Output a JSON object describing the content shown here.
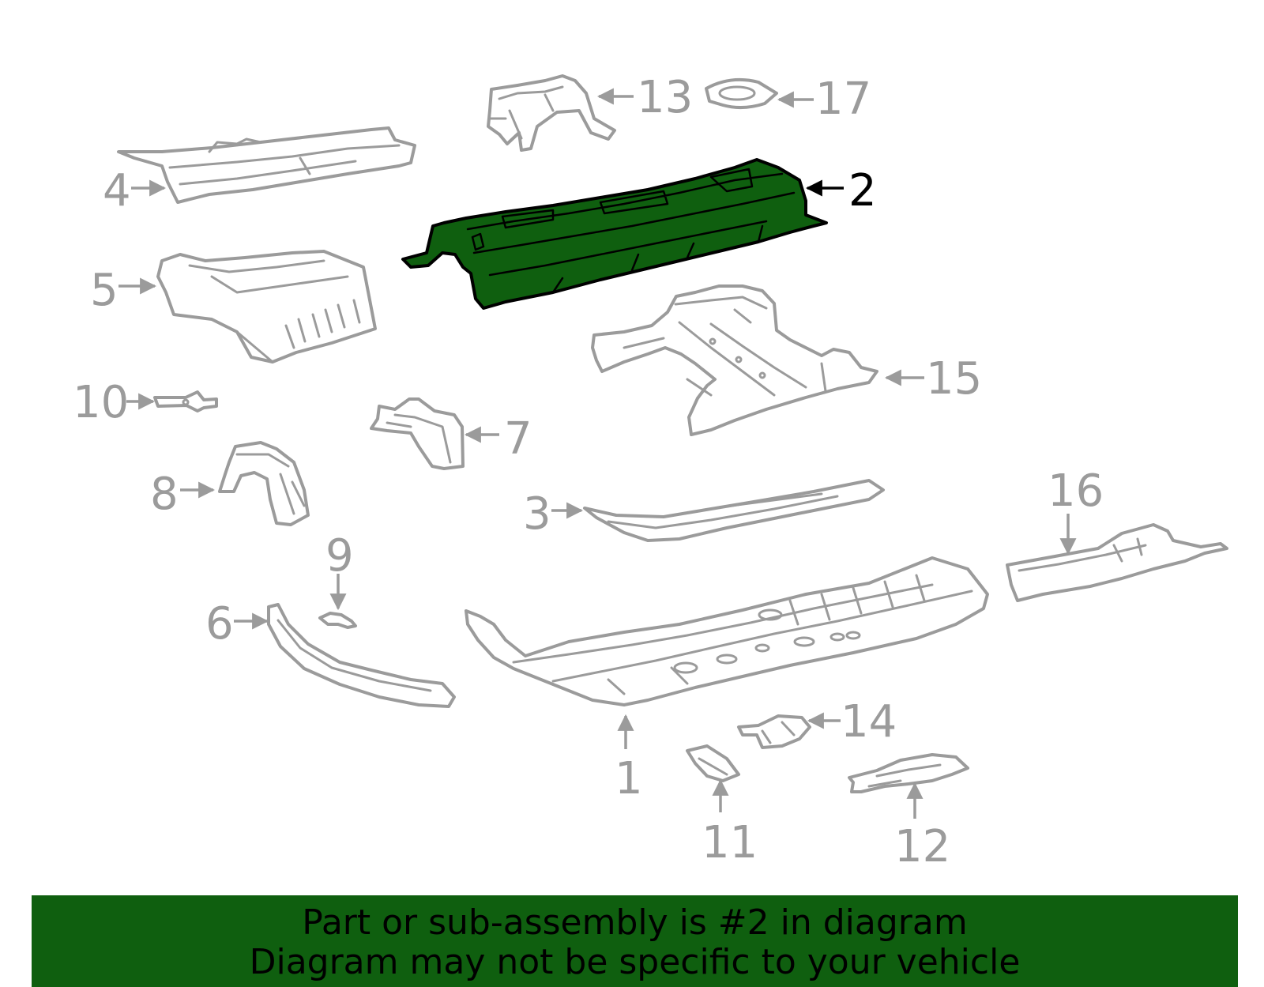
{
  "diagram": {
    "highlighted_part": "2",
    "colors": {
      "highlight": "#0f5f0f",
      "parts_stroke": "#9b9b9b",
      "banner": "#0f5f0f"
    },
    "callouts": [
      "1",
      "2",
      "3",
      "4",
      "5",
      "6",
      "7",
      "8",
      "9",
      "10",
      "11",
      "12",
      "13",
      "14",
      "15",
      "16",
      "17"
    ]
  },
  "banner": {
    "line1": "Part or sub-assembly is #2 in diagram",
    "line2": "Diagram may not be specific to your vehicle"
  }
}
